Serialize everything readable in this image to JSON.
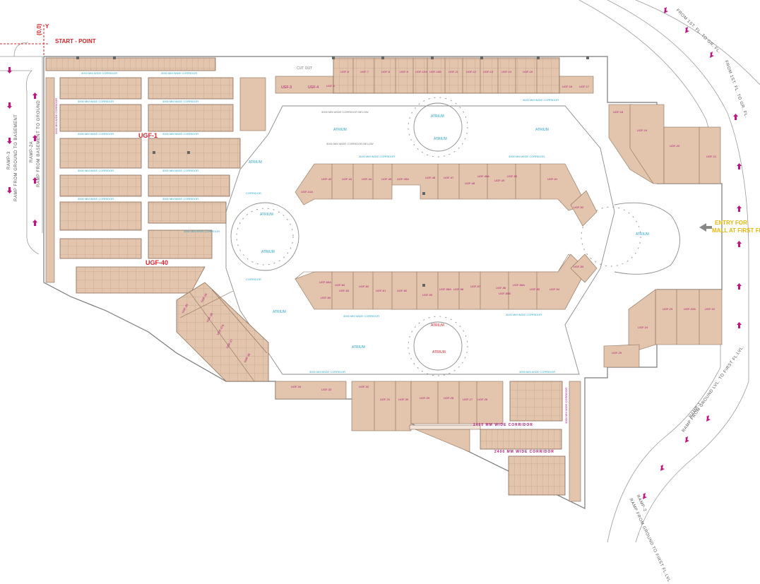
{
  "labels": {
    "origin": "(0,0)",
    "y_axis": "Y",
    "start_point": "START - POINT",
    "ugf1": "UGF-1",
    "ugf40": "UGF-40",
    "entry_line1": "ENTRY FOR",
    "entry_line2": "MALL AT FIRST FL.",
    "cut_out": "CUT OUT"
  },
  "ramps": {
    "ramp3_title": "RAMP-3",
    "ramp3_text": "RAMP FROM GROUND TO BASEMENT",
    "ramp2a_title": "RAMP-2A",
    "ramp2a_text": "RAMP FROM BASEMENT TO GROUND",
    "ramp_top1": "FROM 1ST. FL. TO GR. FL.",
    "ramp_top2": "FROM 1ST. FL. TO GR. FL.",
    "ramp1_title": "RAMP-1",
    "ramp1_text": "RAMP FROM GROUND LVL. TO FIRST FL.LVL.",
    "ramp2_title": "RAMP-2",
    "ramp2_text": "RAMP FROM GROUND TO FIRST FL.LVL."
  },
  "atriums": {
    "a1": "ATRIUM",
    "a2": "ATRIUM",
    "a3": "ATRIUM",
    "a4": "ATRIUM",
    "a5": "ATRIUM",
    "a6": "ATRIUM",
    "a7": "ATRIUM",
    "a8": "ATRIUM",
    "a9": "ATRIUM",
    "a10": "ATRIUM",
    "a11": "ATRIUM",
    "a12": "ATRIUM"
  },
  "units": {
    "u3": "UGF-3",
    "u4": "UGF-4",
    "u5": "UGF-5",
    "u6": "UGF-6",
    "u7": "UGF-7",
    "u8": "UGF-8",
    "u9": "UGF-9",
    "u10a": "UGF-10A",
    "u10b": "UGF-10B",
    "u11": "UGF-11",
    "u12": "UGF-12",
    "u13": "UGF-13",
    "u14": "UGF-14",
    "u15": "UGF-15",
    "u16": "UGF-16",
    "u17": "UGF-17",
    "u18": "UGF-18",
    "u19": "UGF-19",
    "u20": "UGF-20",
    "u21": "UGF-21",
    "u22": "UGF-22",
    "u22a": "UGF-22A",
    "u23": "UGF-23",
    "u24": "UGF-24",
    "u25": "UGF-25",
    "u26": "UGF-26",
    "u27": "UGF-27",
    "u28": "UGF-28",
    "u29": "UGF-29",
    "u30": "UGF-30",
    "u31": "UGF-31",
    "u32": "UGF-32",
    "u33": "UGF-33",
    "u34": "UGF-34",
    "u35": "UGF-35",
    "u36": "UGF-36",
    "u37": "UGF-37",
    "u37a": "UGF-37A",
    "u38": "UGF-38",
    "u39": "UGF-39",
    "u41": "UGF-41",
    "u41a": "UGF-41A",
    "u42": "UGF-42",
    "u43": "UGF-43",
    "u44": "UGF-44",
    "u45": "UGF-45",
    "u45a": "UGF-45A",
    "u46": "UGF-46",
    "u47": "UGF-47",
    "u48": "UGF-48",
    "u48a": "UGF-48A",
    "u49": "UGF-49",
    "u50": "UGF-50",
    "u51": "UGF-51",
    "u52": "UGF-52",
    "u53": "UGF-53",
    "u54": "UGF-54",
    "u55": "UGF-55",
    "u56": "UGF-56",
    "u56a": "UGF-56A",
    "u56b": "UGF-56B",
    "u57": "UGF-57",
    "u58": "UGF-58",
    "u58a": "UGF-58A",
    "u59": "UGF-59",
    "u60": "UGF-60",
    "u61": "UGF-61",
    "u62": "UGF-62",
    "u63": "UGF-63",
    "u64": "UGF-64",
    "u65": "UGF-65",
    "u65a": "UGF-65A"
  },
  "corridors": {
    "c1": "3000 MM WIDE CORRIDOR",
    "c2": "3000 MM WIDE CORRIDOR",
    "c3": "3000 MM WIDE CORRIDOR",
    "c4": "3000 MM WIDE CORRIDOR",
    "c5": "3000 MM WIDE CORRIDOR",
    "c6": "3000 MM WIDE CORRIDOR",
    "c7": "3000 MM WIDE CORRIDOR",
    "c8": "3000 MM WIDE CORRIDOR",
    "c9": "3000 MM WIDE CORRIDOR",
    "c10": "3000 MM WIDE CORRIDOR",
    "c11": "3000 MM WIDE CORRIDOR BELOW",
    "c12": "3000 MM WIDE CORRIDOR BELOW",
    "c13": "3000 MM WIDE CORRIDOR",
    "c14": "3000 MM WIDE CORRIDOR",
    "c15": "3000 MM WIDE CORRIDOR",
    "c16": "3000 MM WIDE CORRIDOR",
    "c17": "3000 MM WIDE CORRIDOR",
    "c18": "3000 MM WIDE CORRIDOR",
    "c19": "3000 MM WIDE CORRIDOR",
    "c20": "3000 MM WIDE CORRIDOR",
    "c21": "2400 MM WIDE CORRIDOR",
    "c22": "2400 MM WIDE CORRIDOR",
    "c23": "3000 MM WIDE CORRIDOR",
    "c24": "3000 MM WIDE CORRIDOR",
    "c25": "CORRIDOR",
    "c26": "CORRIDOR"
  },
  "colors": {
    "unit_fill": "#e3c4ac",
    "unit_stroke": "#8a6f5b",
    "outline": "#7a7a7a",
    "accent_red": "#d8232a",
    "accent_magenta": "#c3157f",
    "corridor_text": "#2aa6c7"
  }
}
